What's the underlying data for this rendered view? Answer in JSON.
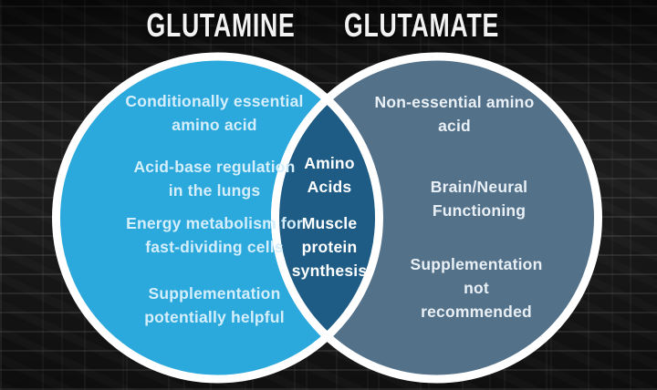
{
  "diagram": {
    "type": "venn",
    "left": {
      "title": "GLUTAMINE",
      "circle_color": "#2BA8DC",
      "text_color": "#D4EEFB",
      "items": [
        "Conditionally essential\namino acid",
        "Acid-base regulation\nin the lungs",
        "Energy metabolism for\nfast-dividing cells",
        "Supplementation\npotentially helpful"
      ]
    },
    "shared": {
      "overlap_color": "#1E5C85",
      "text_color": "#FFFFFF",
      "items": [
        "Amino\nAcids",
        "Muscle\nprotein\nsynthesis"
      ]
    },
    "right": {
      "title": "GLUTAMATE",
      "circle_color": "#54718A",
      "text_color": "#E9F0F5",
      "items": [
        "Non-essential amino\nacid",
        "Brain/Neural\nFunctioning",
        "Supplementation\nnot\nrecommended"
      ]
    },
    "outline_color": "#FFFFFF",
    "title_color": "#F2F2F2"
  },
  "background": {
    "description": "dark black brick wall",
    "brick_color": "#161616",
    "mortar_color": "#3A3A3A"
  }
}
